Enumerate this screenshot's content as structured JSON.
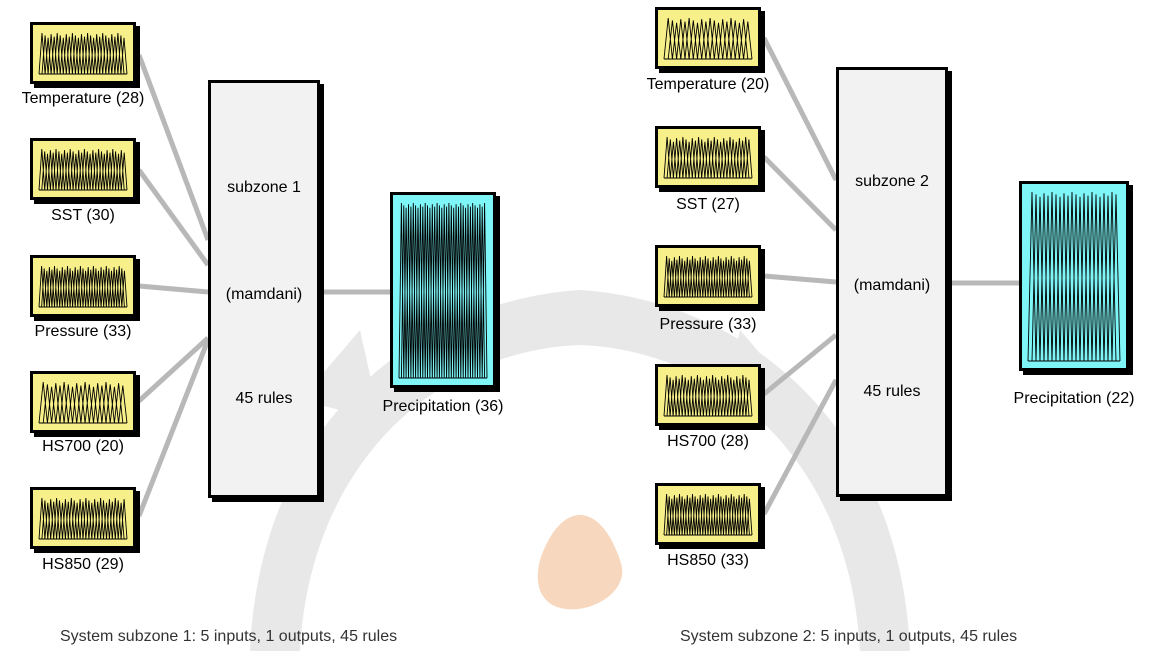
{
  "colors": {
    "input_fill": "#f7f08a",
    "output_fill": "#7ef6f8",
    "rule_fill": "#f2f2f2",
    "connector": "#b8b8b8",
    "watermark": "#d6d6d6",
    "watermark_accent": "#f2b98a"
  },
  "system1": {
    "inputs": [
      {
        "label": "Temperature (28)",
        "mf_count": 28
      },
      {
        "label": "SST (30)",
        "mf_count": 30
      },
      {
        "label": "Pressure (33)",
        "mf_count": 33
      },
      {
        "label": "HS700 (20)",
        "mf_count": 20
      },
      {
        "label": "HS850 (29)",
        "mf_count": 29
      }
    ],
    "rules": {
      "name": "subzone 1",
      "method": "(mamdani)",
      "count": "45 rules"
    },
    "output": {
      "label": "Precipitation (36)",
      "mf_count": 36
    },
    "caption": "System subzone 1: 5 inputs, 1 outputs, 45 rules"
  },
  "system2": {
    "inputs": [
      {
        "label": "Temperature (20)",
        "mf_count": 20
      },
      {
        "label": "SST (27)",
        "mf_count": 27
      },
      {
        "label": "Pressure (33)",
        "mf_count": 33
      },
      {
        "label": "HS700 (28)",
        "mf_count": 28
      },
      {
        "label": "HS850 (33)",
        "mf_count": 33
      }
    ],
    "rules": {
      "name": "subzone 2",
      "method": "(mamdani)",
      "count": "45 rules"
    },
    "output": {
      "label": "Precipitation (22)",
      "mf_count": 22
    },
    "caption": "System subzone 2: 5 inputs, 1 outputs, 45 rules"
  }
}
